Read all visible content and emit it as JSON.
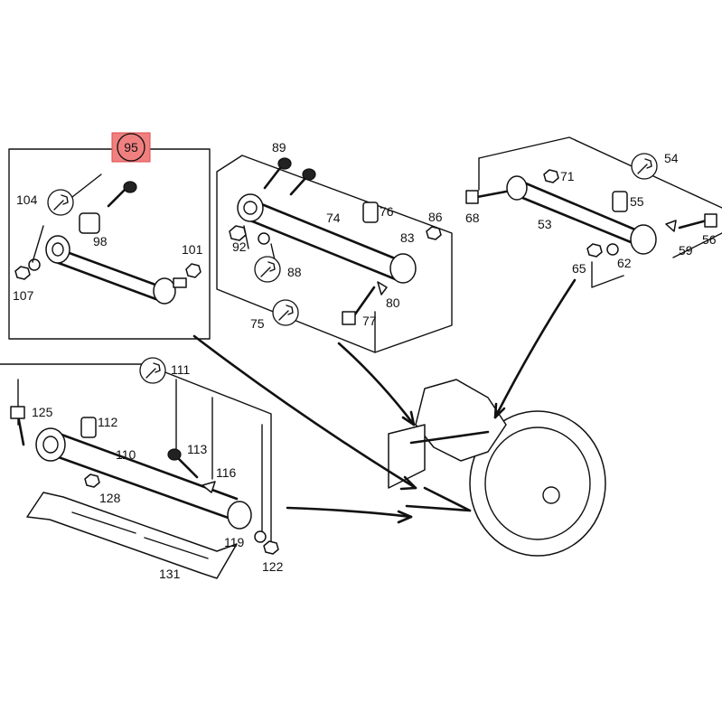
{
  "colors": {
    "highlight": "#f08080",
    "line": "#111111",
    "background": "#ffffff"
  },
  "callouts": {
    "c95": "95",
    "c89": "89",
    "c71": "71",
    "c54": "54",
    "c104": "104",
    "c74": "74",
    "c76": "76",
    "c86": "86",
    "c68": "68",
    "c55": "55",
    "c98": "98",
    "c92": "92",
    "c83": "83",
    "c53": "53",
    "c101": "101",
    "c88": "88",
    "c59": "59",
    "c56": "56",
    "c65": "65",
    "c62": "62",
    "c107": "107",
    "c80": "80",
    "c75": "75",
    "c77": "77",
    "c111": "111",
    "c125": "125",
    "c112": "112",
    "c110": "110",
    "c113": "113",
    "c116": "116",
    "c128": "128",
    "c119": "119",
    "c122": "122",
    "c131": "131"
  },
  "icons": {
    "wrench": "wrench-icon"
  },
  "highlighted_callout": "95"
}
